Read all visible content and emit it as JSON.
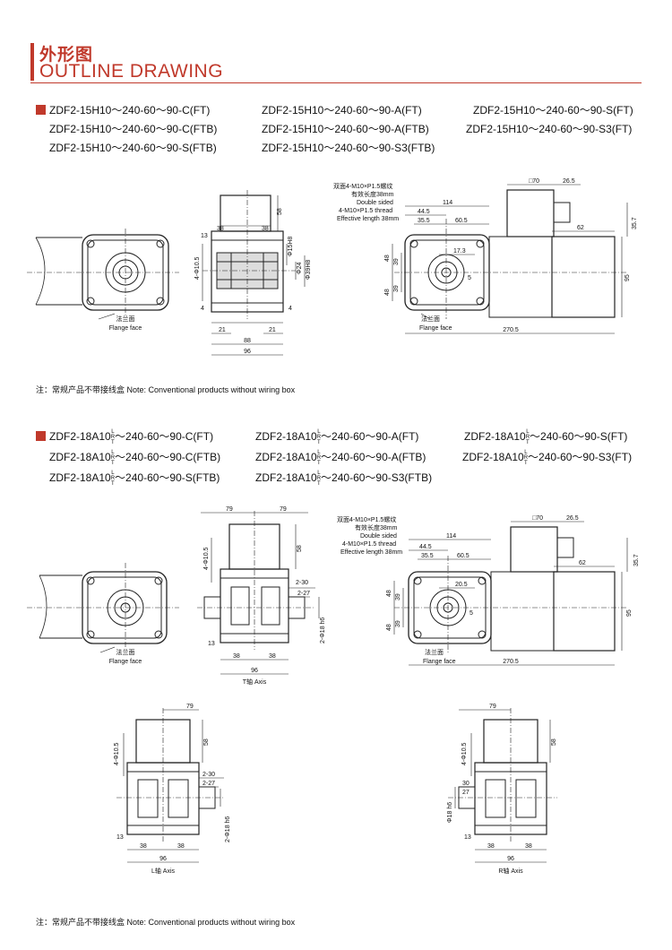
{
  "header": {
    "title_cn": "外形图",
    "title_en": "OUTLINE DRAWING",
    "accent_color": "#c0392b"
  },
  "section1": {
    "models": [
      "ZDF2-15H10～240-60～90-C(FT)",
      "ZDF2-15H10～240-60～90-A(FT)",
      "ZDF2-15H10～240-60～90-S(FT)",
      "ZDF2-15H10～240-60～90-C(FTB)",
      "ZDF2-15H10～240-60～90-A(FTB)",
      "ZDF2-15H10～240-60～90-S3(FT)",
      "ZDF2-15H10～240-60～90-S(FTB)",
      "ZDF2-15H10～240-60～90-S3(FTB)"
    ],
    "flange_cn": "法兰面",
    "flange_en": "Flange face",
    "thread_note": [
      "双面4-M10×P1.5螺纹",
      "有效长度38mm",
      "Double sided",
      "4-M10×P1.5 thread",
      "Effective length 38mm"
    ],
    "dims": {
      "d13": "13",
      "d38a": "38",
      "d38b": "38",
      "d58": "58",
      "d4phi": "4-Φ10.5",
      "d15h8": "Φ15H8",
      "d24": "Φ24",
      "d39h8": "Φ39H8",
      "d4a": "4",
      "d4b": "4",
      "d21a": "21",
      "d21b": "21",
      "d88": "88",
      "d96": "96",
      "d70": "□70",
      "d265": "26.5",
      "d114": "114",
      "d445": "44.5",
      "d355": "35.5",
      "d605": "60.5",
      "d62": "62",
      "d357": "35.7",
      "d173": "17.3",
      "d5": "5",
      "d48a": "48",
      "d39a": "39",
      "d48b": "48",
      "d39b": "39",
      "d95": "95",
      "d2705": "270.5"
    },
    "note": "注：常规产品不带接线盒 Note: Conventional products without wiring box"
  },
  "section2": {
    "models": [
      {
        "pre": "ZDF2-18A10",
        "post": "～240-60～90-C(FT)"
      },
      {
        "pre": "ZDF2-18A10",
        "post": "～240-60～90-A(FT)"
      },
      {
        "pre": "ZDF2-18A10",
        "post": "～240-60～90-S(FT)"
      },
      {
        "pre": "ZDF2-18A10",
        "post": "～240-60～90-C(FTB)"
      },
      {
        "pre": "ZDF2-18A10",
        "post": "～240-60～90-A(FTB)"
      },
      {
        "pre": "ZDF2-18A10",
        "post": "～240-60～90-S3(FT)"
      },
      {
        "pre": "ZDF2-18A10",
        "post": "～240-60～90-S(FTB)"
      },
      {
        "pre": "ZDF2-18A10",
        "post": "～240-60～90-S3(FTB)"
      }
    ],
    "lrt": [
      "L",
      "R",
      "T"
    ],
    "flange_cn": "法兰面",
    "flange_en": "Flange face",
    "thread_note": [
      "双面4-M10×P1.5螺纹",
      "有效长度38mm",
      "Double sided",
      "4-M10×P1.5 thread",
      "Effective length 38mm"
    ],
    "t_axis": "T轴 Axis",
    "l_axis": "L轴 Axis",
    "r_axis": "R轴 Axis",
    "dims": {
      "d79a": "79",
      "d79b": "79",
      "d79": "79",
      "d58": "58",
      "d4phi": "4-Φ10.5",
      "d230": "2-30",
      "d227": "2-27",
      "d218": "2-Φ18 h6",
      "d18": "Φ18 h6",
      "d13": "13",
      "d38a": "38",
      "d38b": "38",
      "d96": "96",
      "d70": "□70",
      "d265": "26.5",
      "d114": "114",
      "d445": "44.5",
      "d355": "35.5",
      "d605": "60.5",
      "d62": "62",
      "d357": "35.7",
      "d205": "20.5",
      "d5": "5",
      "d48a": "48",
      "d39a": "39",
      "d48b": "48",
      "d39b": "39",
      "d95": "95",
      "d2705": "270.5",
      "d30": "30",
      "d27": "27"
    },
    "note": "注：常规产品不带接线盒 Note: Conventional products without wiring box"
  }
}
